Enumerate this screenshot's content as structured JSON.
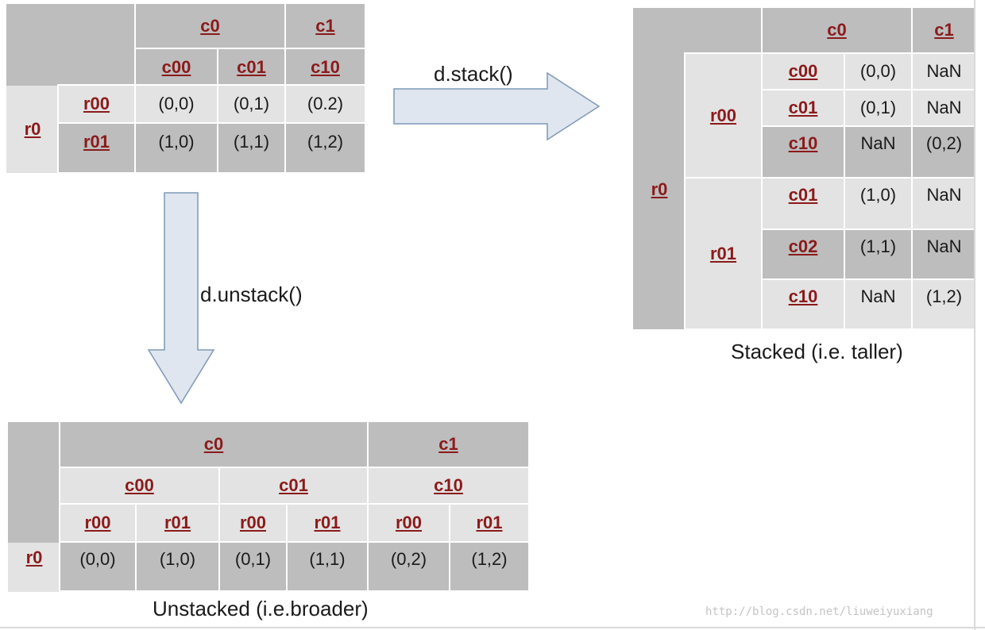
{
  "original": {
    "col_l1": [
      "c0",
      "c1"
    ],
    "col_l2": [
      "c00",
      "c01",
      "c10"
    ],
    "row_l1": "r0",
    "row_l2": [
      "r00",
      "r01"
    ],
    "values": [
      [
        "(0,0)",
        "(0,1)",
        "(0.2)"
      ],
      [
        "(1,0)",
        "(1,1)",
        "(1,2)"
      ]
    ]
  },
  "stack_label": "d.stack()",
  "unstack_label": "d.unstack()",
  "stacked": {
    "col_headers": [
      "c0",
      "c1"
    ],
    "row_l1": "r0",
    "groups": [
      {
        "label": "r00",
        "rows": [
          {
            "key": "c00",
            "c0": "(0,0)",
            "c1": "NaN"
          },
          {
            "key": "c01",
            "c0": "(0,1)",
            "c1": "NaN"
          },
          {
            "key": "c10",
            "c0": "NaN",
            "c1": "(0,2)"
          }
        ]
      },
      {
        "label": "r01",
        "rows": [
          {
            "key": "c01",
            "c0": "(1,0)",
            "c1": "NaN"
          },
          {
            "key": "c02",
            "c0": "(1,1)",
            "c1": "NaN"
          },
          {
            "key": "c10",
            "c0": "NaN",
            "c1": "(1,2)"
          }
        ]
      }
    ],
    "caption": "Stacked (i.e. taller)"
  },
  "unstacked": {
    "col_l1": [
      "c0",
      "c1"
    ],
    "col_l2": [
      "c00",
      "c01",
      "c10"
    ],
    "col_l3": [
      "r00",
      "r01",
      "r00",
      "r01",
      "r00",
      "r01"
    ],
    "row": "r0",
    "values": [
      "(0,0)",
      "(1,0)",
      "(0,1)",
      "(1,1)",
      "(0,2)",
      "(1,2)"
    ],
    "caption": "Unstacked (i.e.broader)"
  },
  "watermark": "http://blog.csdn.net/liuweiyuxiang"
}
